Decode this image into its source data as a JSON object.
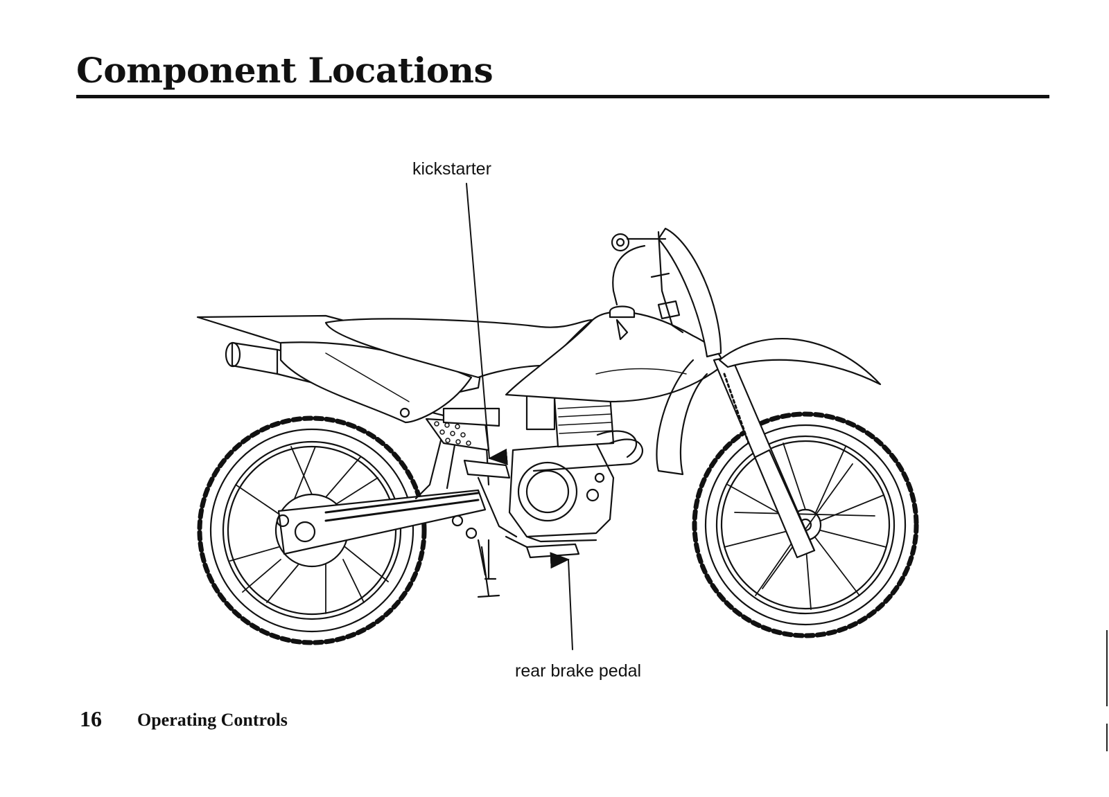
{
  "page": {
    "title": "Component Locations",
    "footer": {
      "page_number": "16",
      "section": "Operating Controls"
    }
  },
  "illustration": {
    "subject": "motorcycle-side-view",
    "callouts": {
      "kickstarter": "kickstarter",
      "rear_brake_pedal": "rear brake pedal"
    }
  },
  "colors": {
    "ink": "#111111",
    "paper": "#ffffff"
  }
}
